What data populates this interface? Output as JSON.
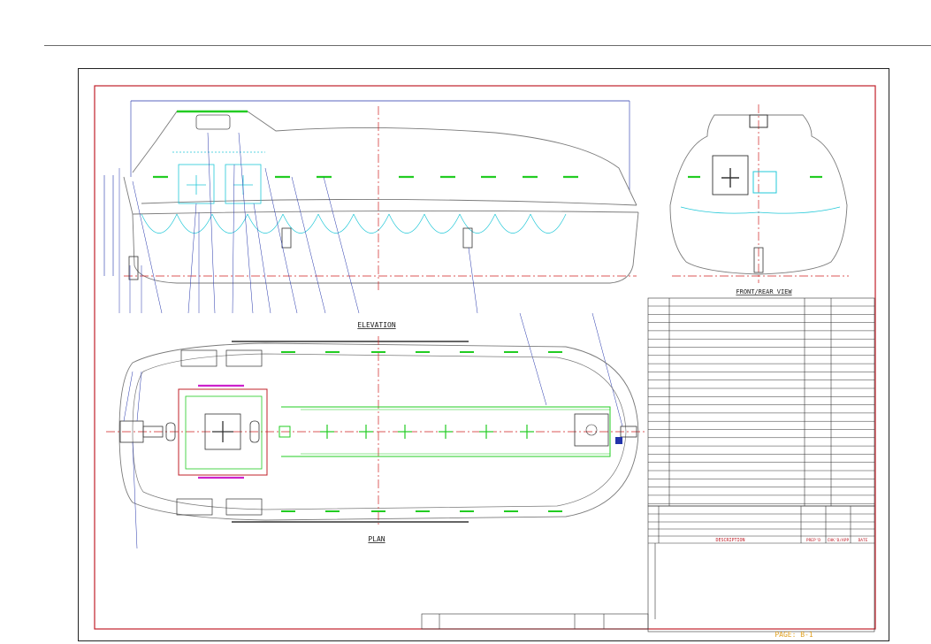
{
  "views": {
    "elevation_label": "ELEVATION",
    "plan_label": "PLAN",
    "front_rear_label": "FRONT/REAR VIEW"
  },
  "title_block": {
    "description_header": "DESCRIPTION",
    "col_b": "PREP'D",
    "col_c": "CHK'D/APP",
    "col_d": "DATE",
    "page": "PAGE: B-1"
  },
  "colors": {
    "frame": "#c0202a",
    "hull": "#7a7a7a",
    "centerline": "#d02020",
    "fender": "#22cc22",
    "frames_cyan": "#22c8d8",
    "leaders_blue": "#2233aa",
    "magenta": "#cc22cc"
  }
}
